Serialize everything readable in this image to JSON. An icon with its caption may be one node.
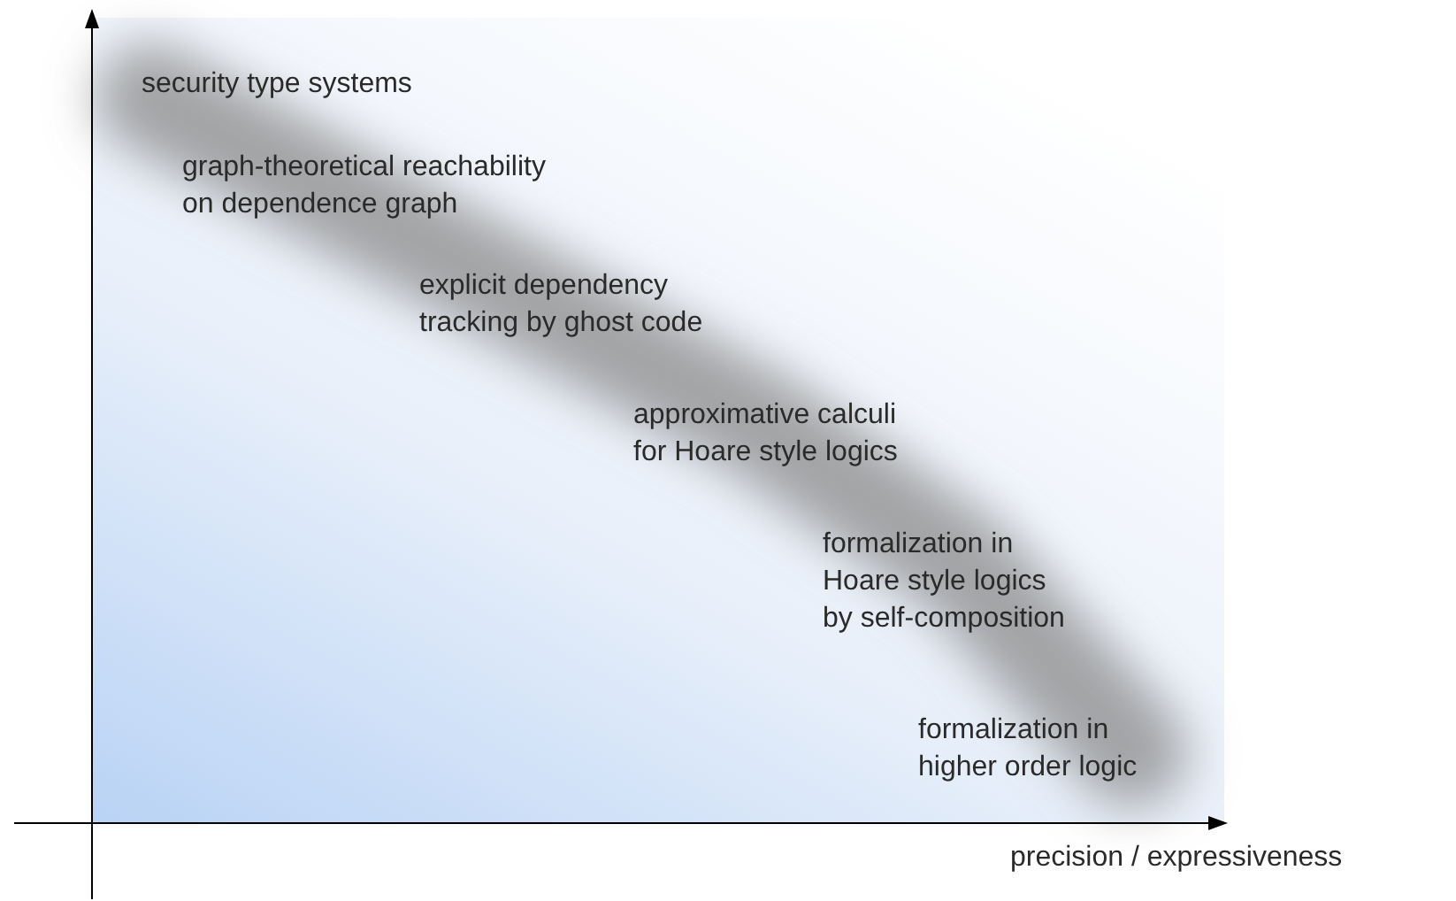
{
  "diagram": {
    "labels": [
      "security type systems",
      "graph-theoretical reachability on dependence graph",
      "explicit dependency tracking by ghost code",
      "approximative calculi for Hoare style logics",
      "formalization in Hoare style logics by self-composition",
      "formalization in higher order logic",
      "precision / expressiveness"
    ]
  }
}
